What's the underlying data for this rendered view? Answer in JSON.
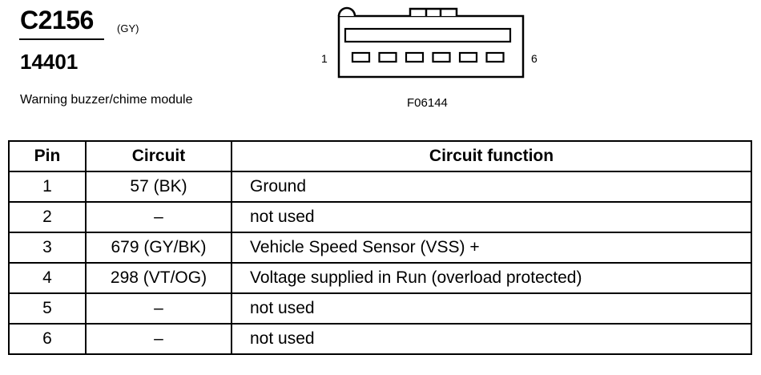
{
  "header": {
    "connector_id": "C2156",
    "connector_color": "(GY)",
    "part_number": "14401",
    "module_description": "Warning buzzer/chime module"
  },
  "connector_drawing": {
    "pin_first_label": "1",
    "pin_last_label": "6",
    "pin_count": 6,
    "figure_id": "F06144"
  },
  "table": {
    "columns": [
      "Pin",
      "Circuit",
      "Circuit function"
    ],
    "rows": [
      {
        "pin": "1",
        "circuit": "57 (BK)",
        "function": "Ground"
      },
      {
        "pin": "2",
        "circuit": "–",
        "function": "not used"
      },
      {
        "pin": "3",
        "circuit": "679 (GY/BK)",
        "function": "Vehicle Speed Sensor (VSS) +"
      },
      {
        "pin": "4",
        "circuit": "298 (VT/OG)",
        "function": "Voltage supplied in Run (overload protected)"
      },
      {
        "pin": "5",
        "circuit": "–",
        "function": "not used"
      },
      {
        "pin": "6",
        "circuit": "–",
        "function": "not used"
      }
    ]
  }
}
